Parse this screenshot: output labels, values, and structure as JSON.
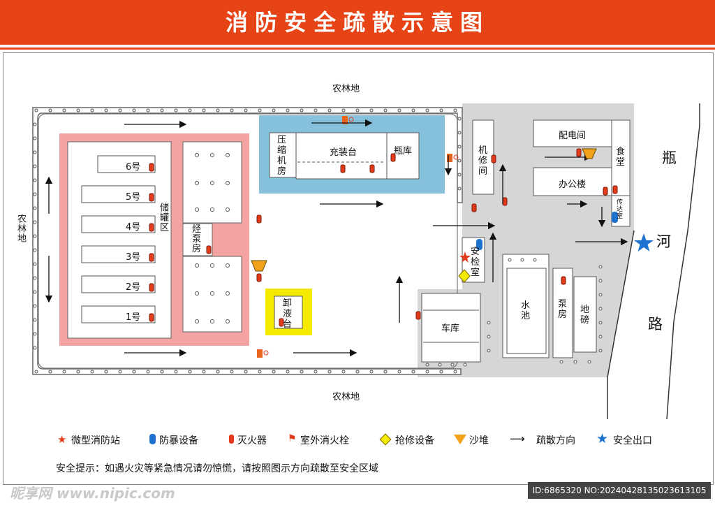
{
  "title": "消防安全疏散示意图",
  "surroundings": {
    "top": "农林地",
    "bottom": "农林地",
    "left": "农林地",
    "river_chars": [
      "瓶",
      "河",
      "路"
    ]
  },
  "buildings": {
    "tank_area": "储罐区",
    "tanks": [
      "6号",
      "5号",
      "4号",
      "3号",
      "2号",
      "1号"
    ],
    "pump_room": "烃泵房",
    "compressor": "压缩机房",
    "filling": "充装台",
    "bottle_store": "瓶库",
    "unload": "卸液台",
    "repair": "机修间",
    "power": "配电间",
    "office": "办公楼",
    "canteen": "食堂",
    "reception": "传达室",
    "security": "安检室",
    "water_pool": "水池",
    "pump": "泵房",
    "weighbridge": "地磅",
    "garage": "车库"
  },
  "legend": [
    {
      "icon": "star-red-icon",
      "label": "微型消防站"
    },
    {
      "icon": "riot-gear-icon",
      "label": "防暴设备"
    },
    {
      "icon": "extinguisher-icon",
      "label": "灭火器"
    },
    {
      "icon": "hydrant-icon",
      "label": "室外消火栓"
    },
    {
      "icon": "repair-equipment-icon",
      "label": "抢修设备"
    },
    {
      "icon": "sand-pile-icon",
      "label": "沙堆"
    },
    {
      "icon": "arrow-icon",
      "label": "疏散方向"
    },
    {
      "icon": "star-blue-icon",
      "label": "安全出口"
    }
  ],
  "tip": "安全提示：如遇火灾等紧急情况请勿惊慌，请按照图示方向疏散至安全区域",
  "watermark": "昵享网 www.nipic.com",
  "image_id": "ID:6865320 NO:20240428135023613105",
  "colors": {
    "banner": "#e64417",
    "tank_area": "#f4a3a3",
    "filling_area": "#86c1db",
    "gray_area": "#d6d6d6",
    "unload_area": "#f3ea00",
    "extinguisher": "#e23a1b",
    "exit_star": "#1e73d0"
  }
}
